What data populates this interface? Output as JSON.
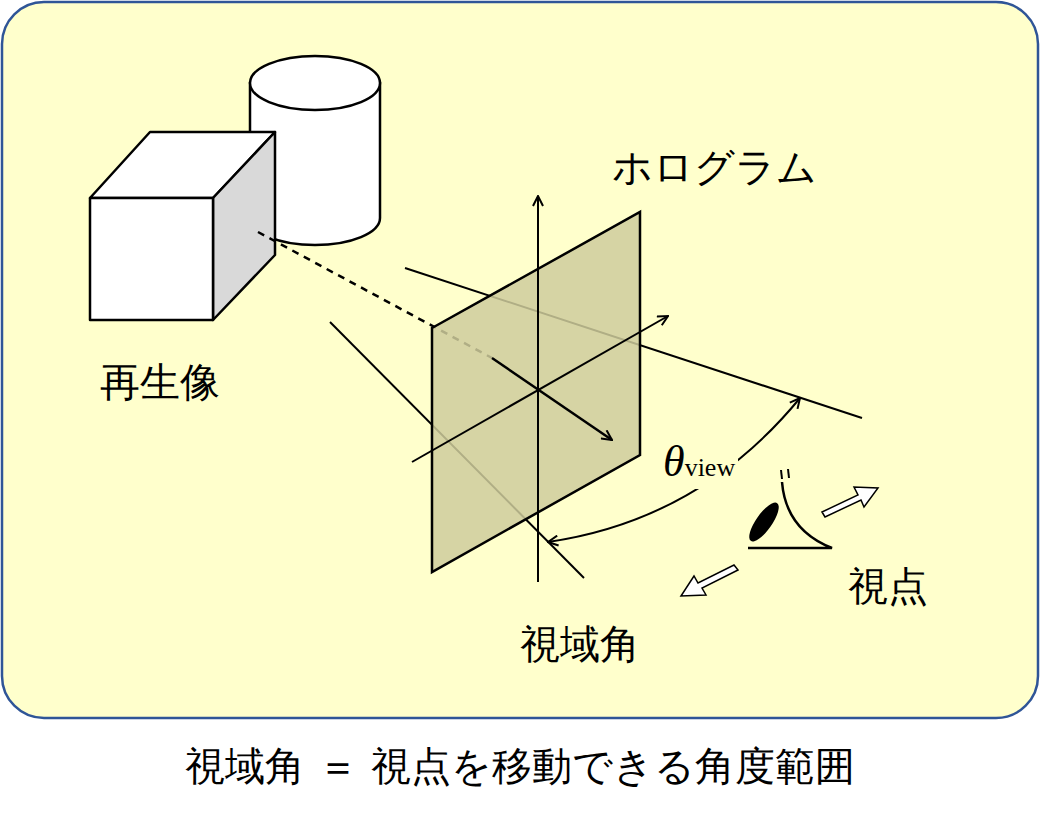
{
  "diagram": {
    "caption": "視域角 ＝ 視点を移動できる角度範囲",
    "labels": [
      "ホログラム",
      "再生像",
      "θview",
      "視点",
      "視域角"
    ]
  }
}
